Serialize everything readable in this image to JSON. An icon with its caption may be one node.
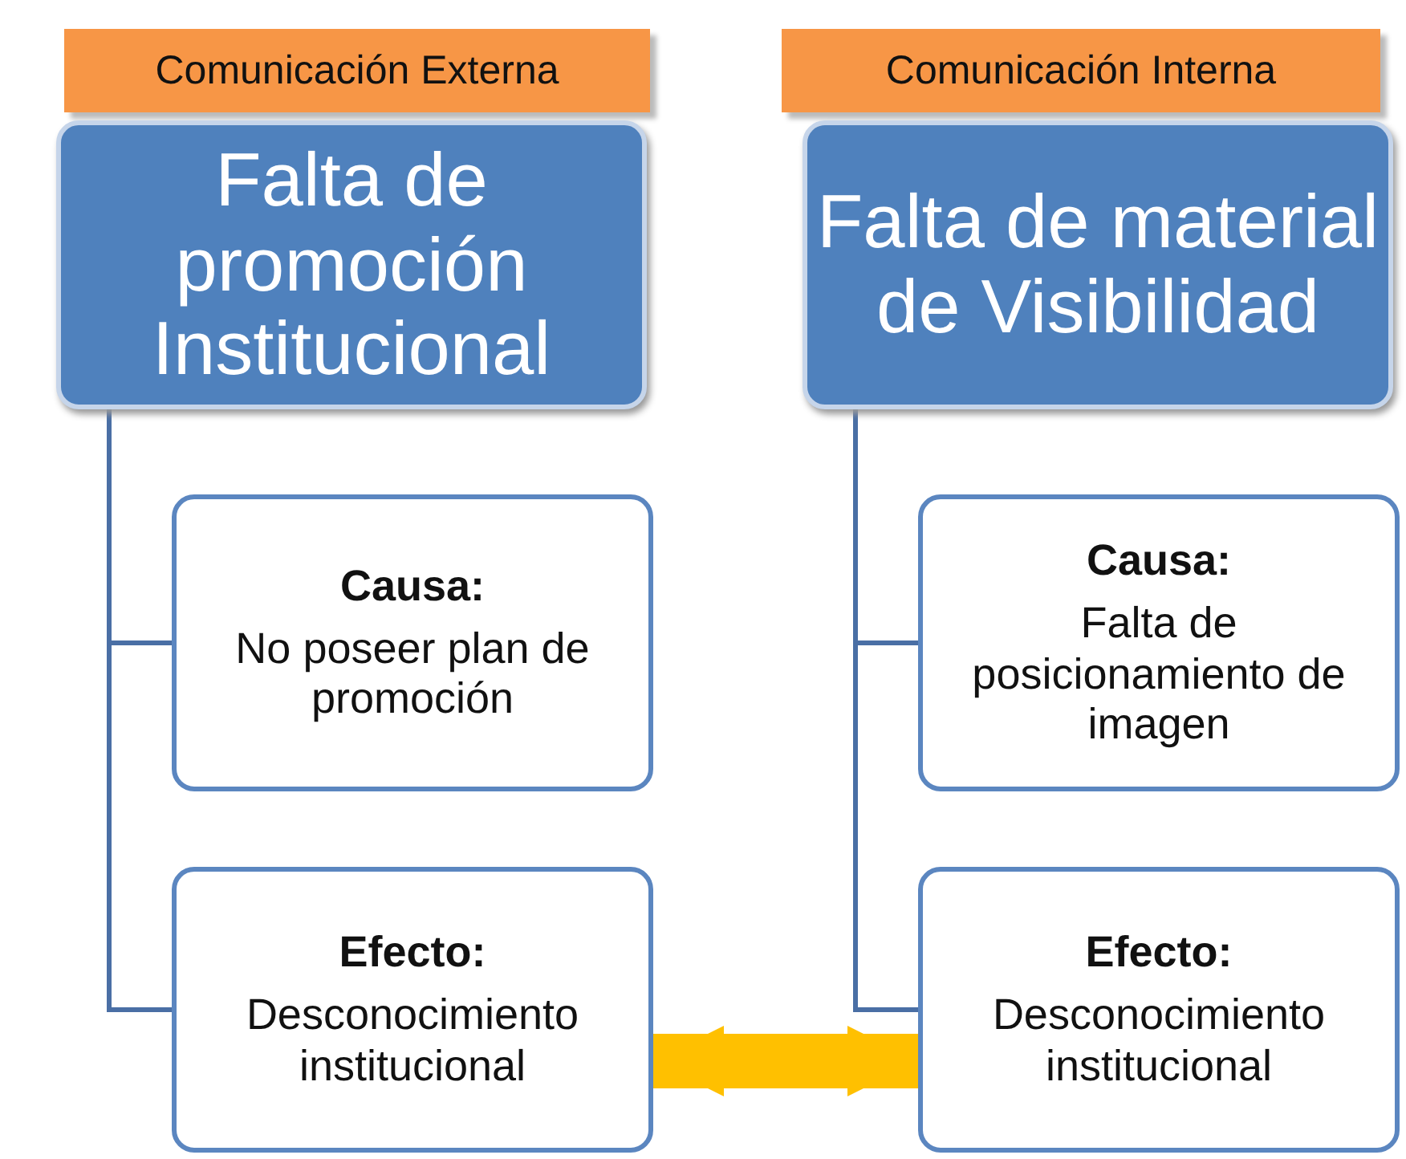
{
  "diagram": {
    "nodes": [
      {
        "text": [
          "Comunicación Externa"
        ]
      },
      {
        "text": [
          "Falta de promoción Institucional"
        ]
      },
      {
        "text": [
          "Causa:",
          "No poseer plan de promoción"
        ]
      },
      {
        "text": [
          "Efecto:",
          "Desconocimiento institucional"
        ]
      },
      {
        "text": [
          "Comunicación Interna"
        ]
      },
      {
        "text": [
          "Falta de material de Visibilidad"
        ]
      },
      {
        "text": [
          "Causa:",
          "Falta de posicionamiento de imagen"
        ]
      },
      {
        "text": [
          "Efecto:",
          "Desconocimiento institucional"
        ]
      }
    ],
    "edges": [
      {
        "from": 1,
        "to": 2,
        "arrow": "none"
      },
      {
        "from": 1,
        "to": 3,
        "arrow": "none"
      },
      {
        "from": 5,
        "to": 6,
        "arrow": "none"
      },
      {
        "from": 5,
        "to": 7,
        "arrow": "none"
      },
      {
        "from": 3,
        "to": 7,
        "arrow": "both",
        "style": "thick",
        "color": "#ffc000"
      }
    ]
  }
}
